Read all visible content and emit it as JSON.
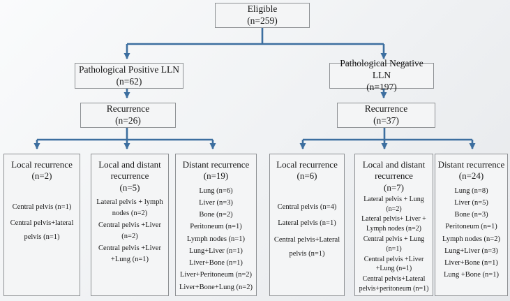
{
  "colors": {
    "arrow": "#3c6e9f",
    "box_border": "#8d9093",
    "box_fill": "#f4f5f6"
  },
  "root": {
    "title": "Eligible",
    "n": "(n=259)"
  },
  "branches": [
    {
      "group": {
        "title": "Pathological Positive LLN",
        "n": "(n=62)"
      },
      "recurrence": {
        "title": "Recurrence",
        "n": "(n=26)"
      },
      "outcomes": [
        {
          "title": "Local recurrence",
          "n": "(n=2)",
          "items": [
            "Central pelvis (n=1)",
            "Central pelvis+lateral pelvis (n=1)"
          ]
        },
        {
          "title": "Local and distant recurrence",
          "n": "(n=5)",
          "items": [
            "Lateral pelvis + lymph nodes (n=2)",
            "Central pelvis +Liver (n=2)",
            "Central pelvis +Liver +Lung  (n=1)"
          ]
        },
        {
          "title": "Distant recurrence",
          "n": "(n=19)",
          "items": [
            "Lung (n=6)",
            "Liver (n=3)",
            "Bone (n=2)",
            "Peritoneum (n=1)",
            "Lymph nodes (n=1)",
            "Lung+Liver (n=1)",
            "Liver+Bone   (n=1)",
            "Liver+Peritoneum (n=2)",
            "Liver+Bone+Lung (n=2)"
          ]
        }
      ]
    },
    {
      "group": {
        "title": "Pathological Negative LLN",
        "n": "(n=197)"
      },
      "recurrence": {
        "title": "Recurrence",
        "n": "(n=37)"
      },
      "outcomes": [
        {
          "title": "Local recurrence",
          "n": "(n=6)",
          "items": [
            "Central pelvis (n=4)",
            "Lateral pelvis (n=1)",
            "Central pelvis+Lateral pelvis (n=1)"
          ]
        },
        {
          "title": "Local and distant recurrence",
          "n": "(n=7)",
          "items": [
            "Lateral pelvis + Lung (n=2)",
            "Lateral pelvis+ Liver + Lymph nodes (n=2)",
            "Central pelvis + Lung (n=1)",
            "Central pelvis +Liver +Lung  (n=1)",
            "Central pelvis+Lateral pelvis+peritoneum (n=1)"
          ]
        },
        {
          "title": "Distant recurrence",
          "n": "(n=24)",
          "items": [
            "Lung (n=8)",
            "Liver (n=5)",
            "Bone (n=3)",
            "Peritoneum (n=1)",
            "Lymph nodes (n=2)",
            "Lung+Liver (n=3)",
            "Liver+Bone (n=1)",
            "Lung +Bone (n=1)"
          ]
        }
      ]
    }
  ]
}
